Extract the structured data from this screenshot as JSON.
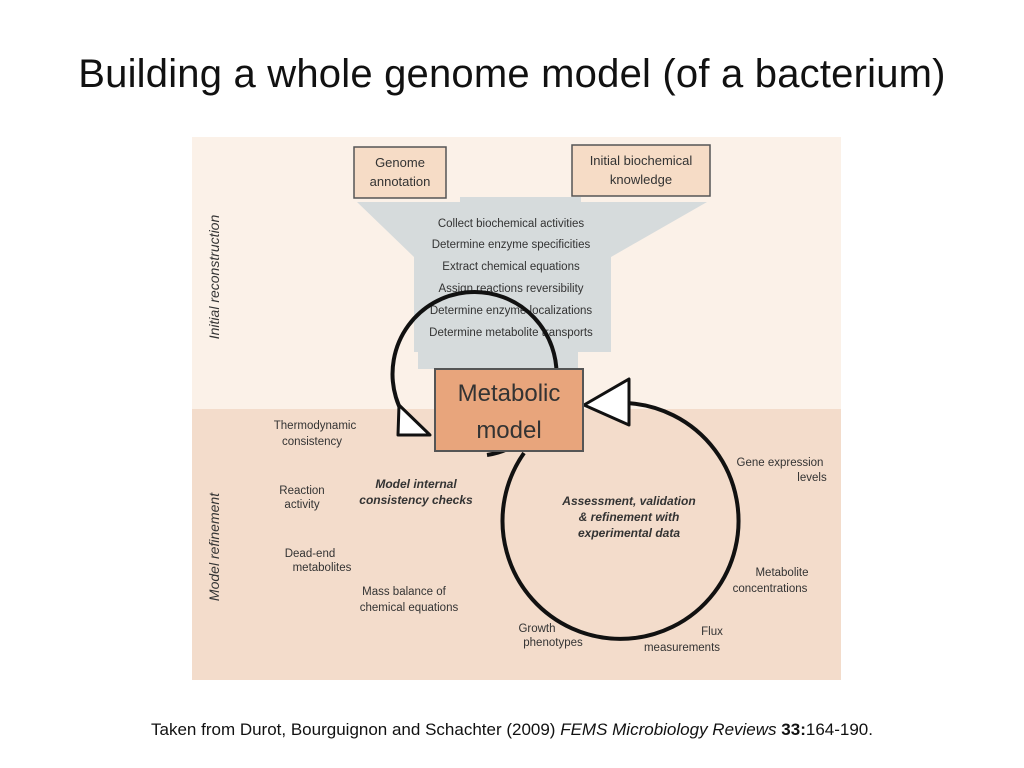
{
  "slide": {
    "title": "Building a whole genome model (of a bacterium)",
    "citation": {
      "prefix": "Taken from Durot, Bourguignon and Schachter (2009) ",
      "journal": "FEMS Microbiology Reviews",
      "volume": "33:",
      "pages": "164-190."
    }
  },
  "diagram": {
    "phase_labels": {
      "initial": "Initial reconstruction",
      "refinement": "Model refinement"
    },
    "inputs": {
      "genome_annotation": [
        "Genome",
        "annotation"
      ],
      "biochemical_knowledge": [
        "Initial biochemical",
        "knowledge"
      ]
    },
    "steps": [
      "Collect biochemical activities",
      "Determine enzyme specificities",
      "Extract chemical equations",
      "Assign reactions reversibility",
      "Determine enzyme localizations",
      "Determine metabolite transports"
    ],
    "center": [
      "Metabolic",
      "model"
    ],
    "left_cycle": {
      "title": [
        "Model internal",
        "consistency checks"
      ],
      "labels": {
        "thermo": [
          "Thermodynamic",
          "consistency"
        ],
        "reaction": [
          "Reaction",
          "activity"
        ],
        "deadend": [
          "Dead-end",
          "metabolites"
        ],
        "mass": [
          "Mass balance of",
          "chemical equations"
        ]
      }
    },
    "right_cycle": {
      "title": [
        "Assessment, validation",
        "& refinement with",
        "experimental data"
      ],
      "labels": {
        "gene": [
          "Gene expression",
          "levels"
        ],
        "metabolite": [
          "Metabolite",
          "concentrations"
        ],
        "flux": [
          "Flux",
          "measurements"
        ],
        "growth": [
          "Growth",
          "phenotypes"
        ]
      }
    },
    "colors": {
      "top_bg": "#fbf1e8",
      "bottom_bg": "#f3dccb",
      "input_box": "#f6dcc6",
      "center_box": "#e8a57c",
      "funnel": "#d6dbdc",
      "stroke": "#555555"
    }
  }
}
